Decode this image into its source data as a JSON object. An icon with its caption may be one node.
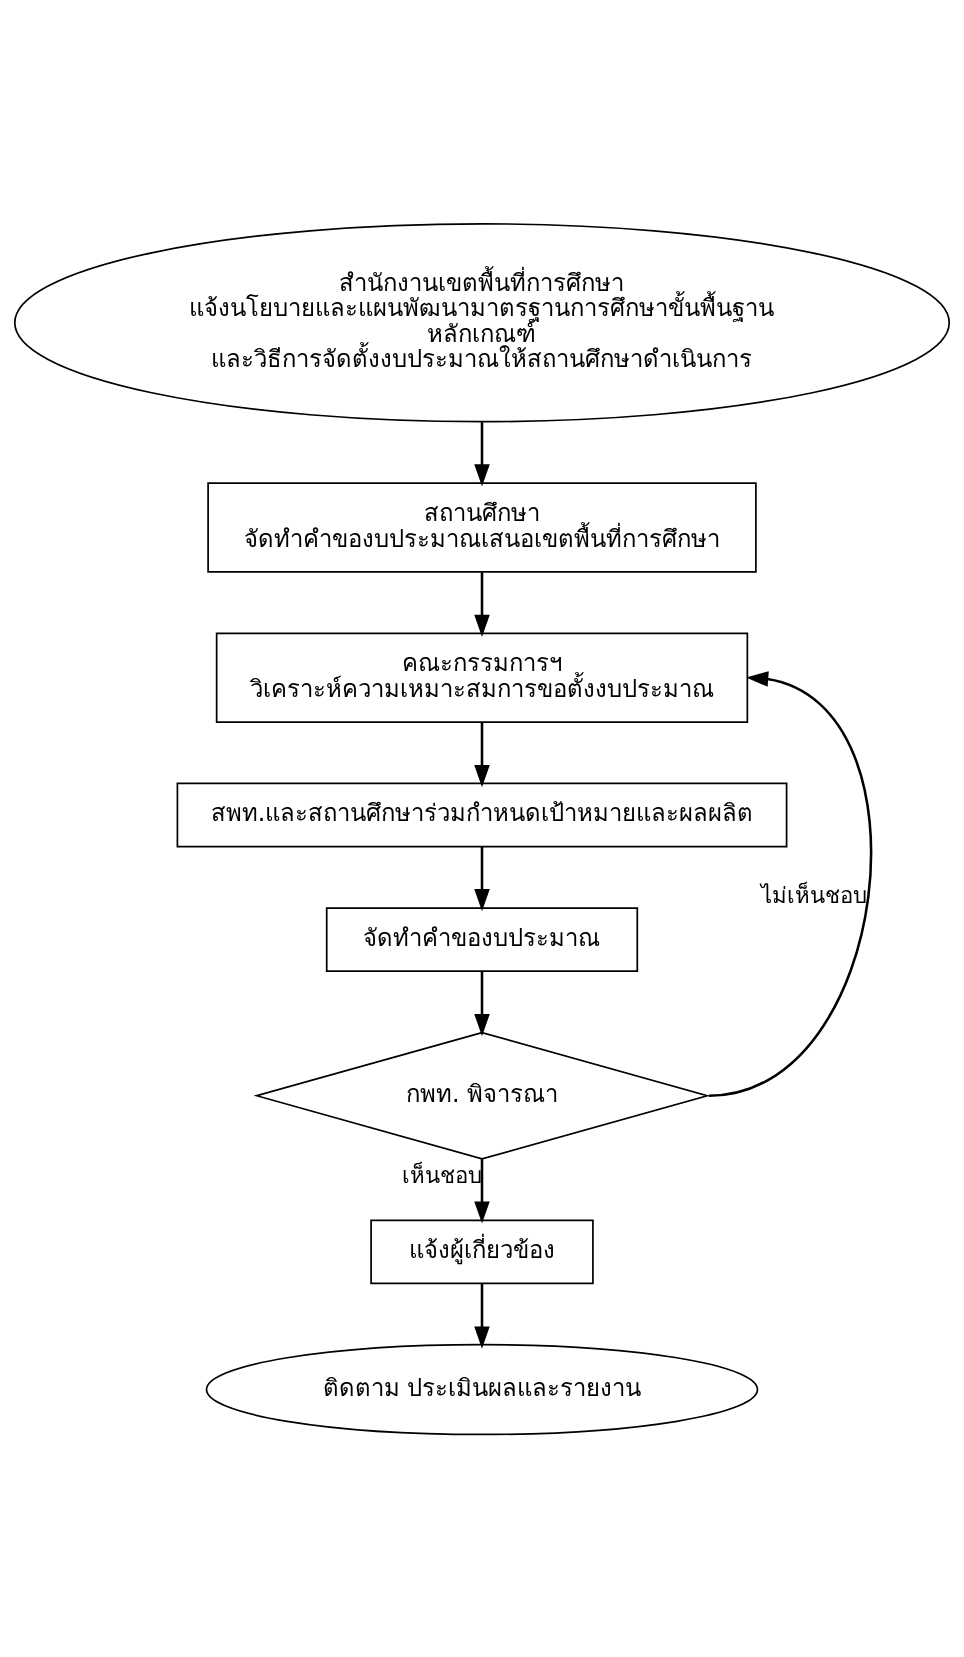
{
  "diagram": {
    "nodes": [
      {
        "text": [
          "สำนักงานเขตพื้นที่การศึกษา  แจ้งนโยบายและแผนพัฒนามาตรฐานการศึกษาขั้นพื้นฐาน  หลักเกณฑ์  และวิธีการจัดตั้งงบประมาณให้สถานศึกษาดำเนินการ"
        ]
      },
      {
        "text": [
          "สถานศึกษา จัดทำคำของบประมาณเสนอเขตพื้นที่การศึกษา"
        ]
      },
      {
        "text": [
          "คณะกรรมการฯ วิเคราะห์ความเหมาะสมการขอตั้งงบประมาณ"
        ]
      },
      {
        "text": [
          "สพท.และสถานศึกษาร่วมกำหนดเป้าหมายและผลผลิต"
        ]
      },
      {
        "text": [
          "จัดทำคำของบประมาณ"
        ]
      },
      {
        "text": [
          "กพท. พิจารณา"
        ]
      },
      {
        "text": [
          "แจ้งผู้เกี่ยวข้อง"
        ]
      },
      {
        "text": [
          "ติดตาม ประเมินผลและรายงาน"
        ]
      }
    ],
    "edges": [
      {
        "from": 0,
        "to": 1,
        "arrow": "to"
      },
      {
        "from": 1,
        "to": 2,
        "arrow": "to"
      },
      {
        "from": 2,
        "to": 3,
        "arrow": "to"
      },
      {
        "from": 3,
        "to": 4,
        "arrow": "to"
      },
      {
        "from": 4,
        "to": 5,
        "arrow": "to"
      },
      {
        "from": 5,
        "to": 2,
        "arrow": "to",
        "label": "ไม่เห็นชอบ"
      },
      {
        "from": 5,
        "to": 6,
        "arrow": "to",
        "label": "เห็นชอบ"
      },
      {
        "from": 6,
        "to": 7,
        "arrow": "to"
      }
    ]
  }
}
